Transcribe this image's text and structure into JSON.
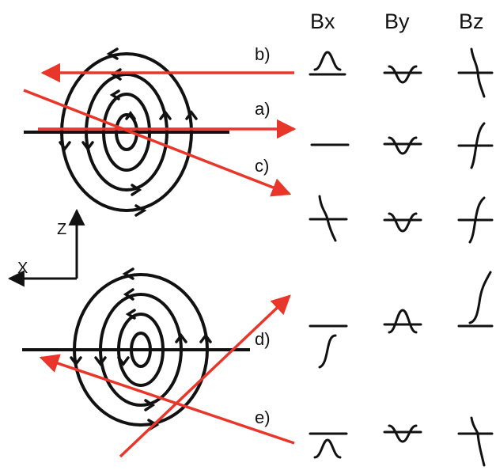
{
  "colors": {
    "ink": "#111111",
    "trajectory": "#e8362a",
    "background": "#ffffff"
  },
  "column_headers": [
    "Bx",
    "By",
    "Bz"
  ],
  "axes": {
    "x_label": "X",
    "z_label": "Z"
  },
  "trajectories": [
    {
      "label": "b)",
      "signatures": {
        "Bx": "positive-peak",
        "By": "negative-dip",
        "Bz": "falling-bipolar"
      }
    },
    {
      "label": "a)",
      "signatures": {
        "Bx": "flat",
        "By": "negative-dip",
        "Bz": "rising-bipolar"
      }
    },
    {
      "label": "c)",
      "signatures": {
        "Bx": "falling-bipolar",
        "By": "negative-dip",
        "Bz": "rising-bipolar"
      }
    },
    {
      "label": "d)",
      "signatures": {
        "Bx": "rising-step-below",
        "By": "positive-peak",
        "Bz": "rising-step-above"
      }
    },
    {
      "label": "e)",
      "signatures": {
        "Bx": "positive-peak-below",
        "By": "negative-dip",
        "Bz": "falling-bipolar"
      }
    }
  ]
}
